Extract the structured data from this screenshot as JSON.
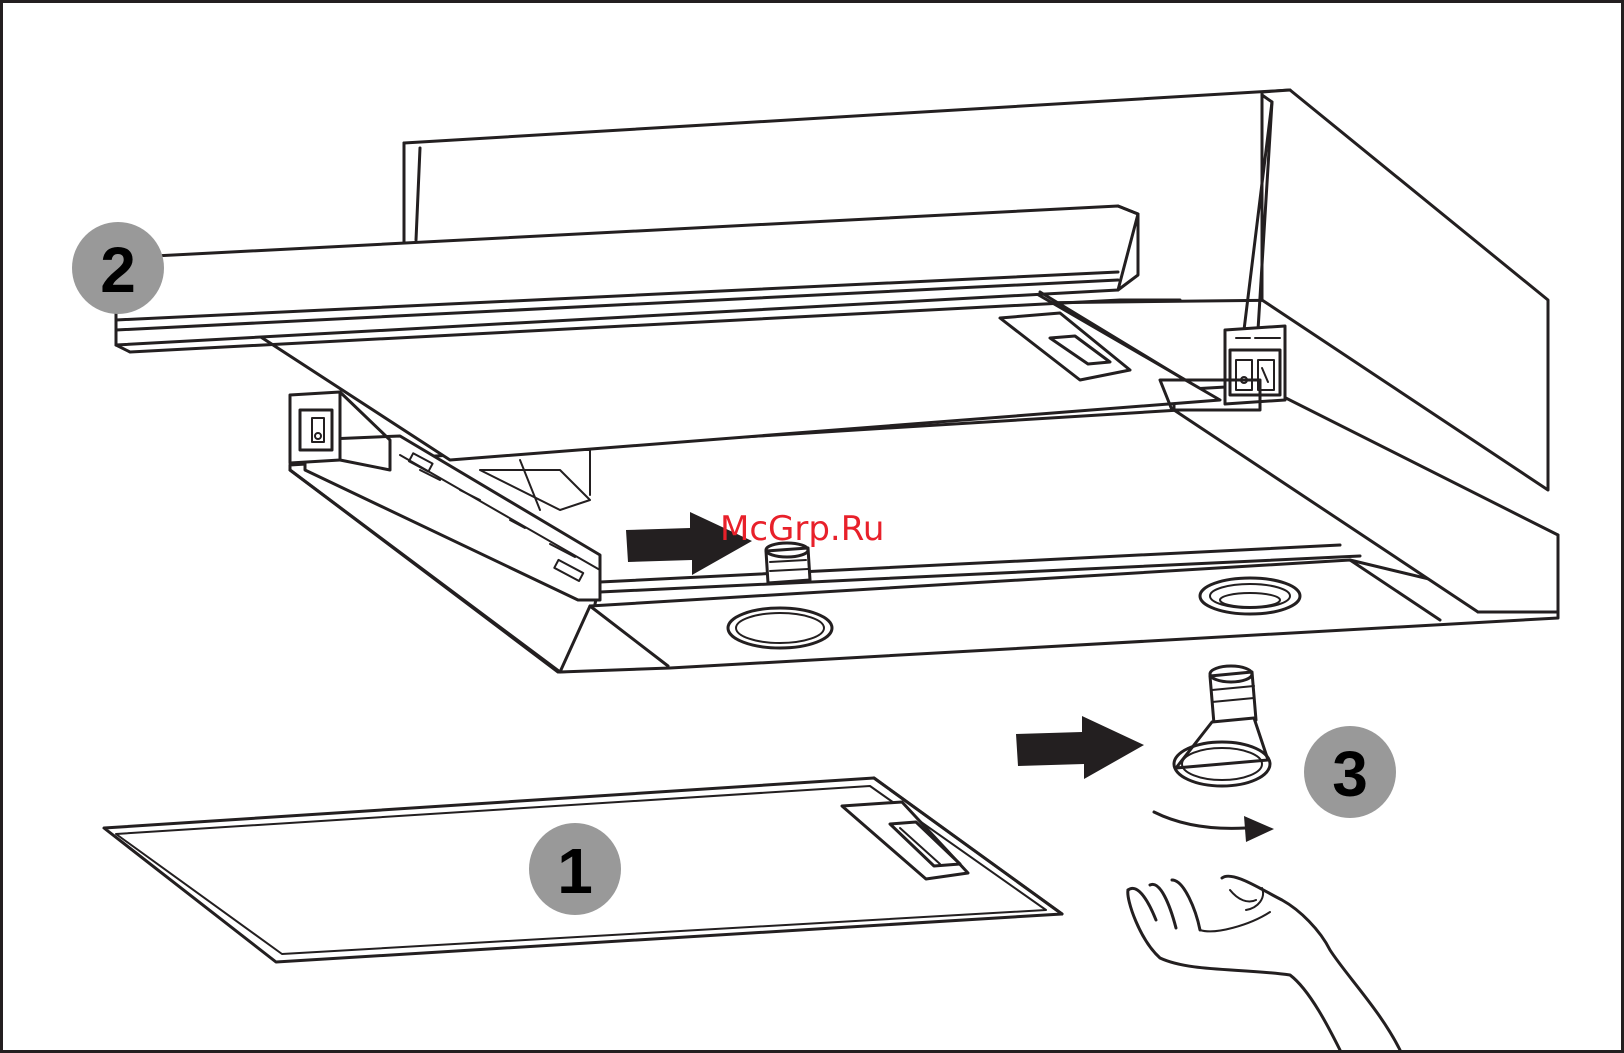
{
  "steps": [
    {
      "number": "1"
    },
    {
      "number": "2"
    },
    {
      "number": "3"
    }
  ],
  "watermark": "McGrp.Ru",
  "colors": {
    "badge_fill": "#999999",
    "line": "#231f20",
    "arrow": "#231f20",
    "watermark": "#e8202a",
    "background": "#ffffff"
  },
  "icons": [
    "grease-filter-panel",
    "range-hood",
    "halogen-bulb",
    "hand",
    "push-arrow",
    "rotate-arrow",
    "control-switch"
  ]
}
